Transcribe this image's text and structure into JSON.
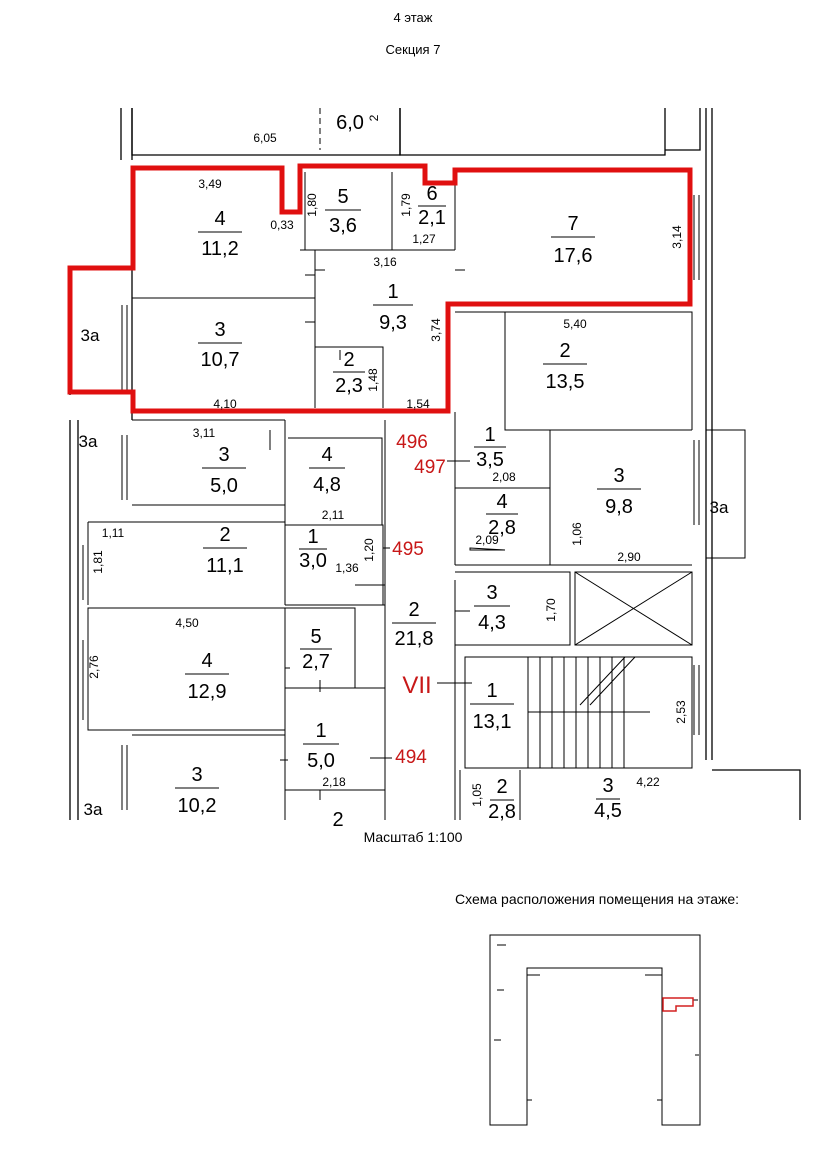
{
  "header": {
    "floor": "4 этаж",
    "section": "Секция 7"
  },
  "top_room": {
    "area": "6,0",
    "num": "2",
    "dim": "6,05"
  },
  "rooms": [
    {
      "id": "r7-4",
      "num": "4",
      "area": "11,2"
    },
    {
      "id": "r7-5",
      "num": "5",
      "area": "3,6"
    },
    {
      "id": "r7-6",
      "num": "6",
      "area": "2,1"
    },
    {
      "id": "r7-7",
      "num": "7",
      "area": "17,6"
    },
    {
      "id": "r7-1",
      "num": "1",
      "area": "9,3"
    },
    {
      "id": "r7-3",
      "num": "3",
      "area": "10,7"
    },
    {
      "id": "r7-2",
      "num": "2",
      "area": "2,3"
    },
    {
      "id": "r6-2",
      "num": "2",
      "area": "13,5"
    },
    {
      "id": "r6-1",
      "num": "1",
      "area": "3,5"
    },
    {
      "id": "r6-3",
      "num": "3",
      "area": "9,8"
    },
    {
      "id": "r6-4",
      "num": "4",
      "area": "2,8"
    },
    {
      "id": "r5-3",
      "num": "3",
      "area": "5,0"
    },
    {
      "id": "r5-4",
      "num": "4",
      "area": "4,8"
    },
    {
      "id": "r5-2",
      "num": "2",
      "area": "11,1"
    },
    {
      "id": "r5-1",
      "num": "1",
      "area": "3,0"
    },
    {
      "id": "c-2",
      "num": "2",
      "area": "21,8"
    },
    {
      "id": "c-3",
      "num": "3",
      "area": "4,3"
    },
    {
      "id": "r4-4",
      "num": "4",
      "area": "12,9"
    },
    {
      "id": "r4-5",
      "num": "5",
      "area": "2,7"
    },
    {
      "id": "c-1",
      "num": "1",
      "area": "13,1"
    },
    {
      "id": "r4-1",
      "num": "1",
      "area": "5,0"
    },
    {
      "id": "r4-3",
      "num": "3",
      "area": "10,2"
    },
    {
      "id": "b-2",
      "num": "2",
      "area": "2,8"
    },
    {
      "id": "b-3",
      "num": "3",
      "area": "4,5"
    }
  ],
  "dimensions": [
    "3,49",
    "0,33",
    "1,80",
    "1,79",
    "1,27",
    "3,16",
    "3,14",
    "3,74",
    "1,48",
    "4,10",
    "1,54",
    "5,40",
    "3,11",
    "2,08",
    "2,09",
    "1,06",
    "2,90",
    "1,11",
    "1,81",
    "2,11",
    "1,20",
    "1,36",
    "1,70",
    "4,50",
    "2,76",
    "2,53",
    "2,18",
    "1,05",
    "4,22"
  ],
  "balconies": [
    "3а",
    "3а",
    "3а",
    "3а"
  ],
  "apartment_numbers": [
    "496",
    "497",
    "495",
    "494"
  ],
  "section_roman": "VII",
  "partial_room_num": "2",
  "scale": "Масштаб 1:100",
  "scheme_title": "Схема расположения помещения на этаже:",
  "colors": {
    "highlight": "#e01010",
    "apartment_number": "#c81818"
  }
}
